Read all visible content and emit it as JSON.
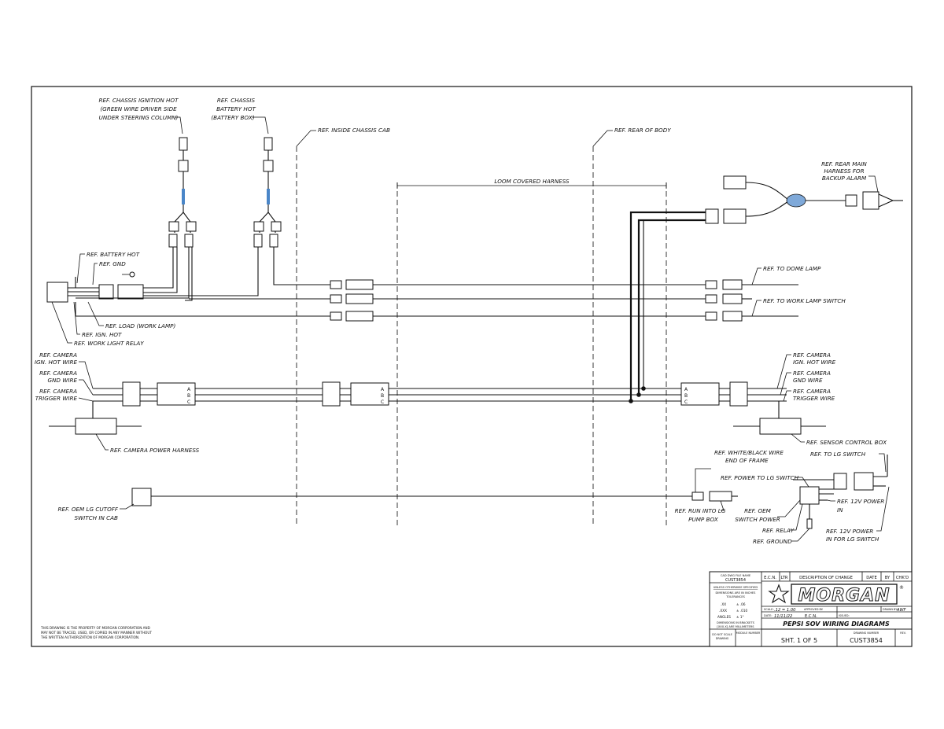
{
  "labels": {
    "chassis_ignition": [
      "REF. CHASSIS IGNITION HOT",
      "(GREEN WIRE DRIVER SIDE",
      "UNDER STEERING COLUMN)"
    ],
    "chassis_battery": [
      "REF. CHASSIS",
      "BATTERY HOT",
      "(BATTERY BOX)"
    ],
    "inside_cab": "REF. INSIDE CHASSIS CAB",
    "rear_body": "REF. REAR OF BODY",
    "loom": "LOOM COVERED HARNESS",
    "rear_main": [
      "REF. REAR MAIN",
      "HARNESS FOR",
      "BACKUP ALARM"
    ],
    "battery_hot": "REF. BATTERY HOT",
    "gnd": "REF. GND",
    "load": "REF. LOAD (WORK LAMP)",
    "ign_hot": "REF. IGN. HOT",
    "work_light_relay": "REF. WORK LIGHT RELAY",
    "dome_lamp": "REF. TO DOME LAMP",
    "work_lamp_switch": "REF. TO WORK LAMP SWITCH",
    "camera_ign_left": [
      "REF. CAMERA",
      "IGN. HOT WIRE"
    ],
    "camera_gnd_left": [
      "REF. CAMERA",
      "GND WIRE"
    ],
    "camera_trig_left": [
      "REF. CAMERA",
      "TRIGGER WIRE"
    ],
    "camera_power_harness": "REF. CAMERA POWER HARNESS",
    "camera_ign_right": [
      "REF. CAMERA",
      "IGN. HOT WIRE"
    ],
    "camera_gnd_right": [
      "REF. CAMERA",
      "GND WIRE"
    ],
    "camera_trig_right": [
      "REF. CAMERA",
      "TRIGGER WIRE"
    ],
    "sensor_control_box": "REF. SENSOR CONTROL BOX",
    "white_black_wire": [
      "REF. WHITE/BLACK WIRE",
      "END OF FRAME"
    ],
    "to_lg_switch": "REF. TO LG SWITCH",
    "power_to_lg_switch": "REF. POWER TO LG SWITCH",
    "oem_lg_cutoff": [
      "REF. OEM LG CUTOFF",
      "SWITCH IN CAB"
    ],
    "run_into_lg": [
      "REF. RUN INTO LG",
      "PUMP BOX"
    ],
    "oem_switch_power": [
      "REF. OEM",
      "SWITCH POWER"
    ],
    "relay": "REF. RELAY",
    "ground": "REF. GROUND",
    "power_12v_in": [
      "REF. 12V POWER",
      "IN"
    ],
    "power_12v_lg": [
      "REF. 12V POWER",
      "IN FOR LG SWITCH"
    ],
    "property_notice": [
      "THIS DRAWING IS THE PROPERTY OF MORGAN CORPORATION AND",
      "MAY NOT BE TRACED, USED, OR COPIED IN ANY MANNER WITHOUT",
      "THE WRITTEN AUTHORIZATION OF MORGAN CORPORATION."
    ],
    "connector_abc": [
      "A",
      "B",
      "C"
    ]
  },
  "title_block": {
    "cad_file_label": "CAD DWG FILE NAME",
    "cad_file_value": "CUST3854",
    "tolerance_heading": "UNLESS OTHERWISE SPECIFIED",
    "tolerance_units": [
      "DIMENSIONS ARE IN INCHES",
      "TOLERANCES"
    ],
    "tol_x": ".XX",
    "tol_x_val": "± .06",
    "tol_xx": ".XXX",
    "tol_xx_val": "± .010",
    "tol_ang": "ANGLES",
    "tol_ang_val": "± 1°",
    "brackets_note": [
      "DIMENSIONS IN BRACKETS",
      "[XXX.X] ARE MILLIMETERS"
    ],
    "no_scale": [
      "DO NOT SCALE",
      "DRAWING"
    ],
    "module_number": "MODULE NUMBER",
    "hdr_ecn": "E.C.N.",
    "hdr_ltr": "LTR",
    "hdr_desc": "DESCRIPTION OF CHANGE",
    "hdr_date": "DATE",
    "hdr_by": "BY",
    "hdr_chkd": "CHK'D",
    "logo": "MORGAN",
    "logo_reg": "®",
    "scale_label": "SCALE:",
    "scale_value": ".12 = 1.00",
    "approved_label": "APPROVED BY:",
    "drawn_label": "DRAWN BY:",
    "drawn_value": "AWF",
    "date_label": "DATE:",
    "date_value": "11/11/22",
    "ecn_label": "E.C.N.",
    "issued_label": "ISSUED:",
    "title": "PEPSI SOV WIRING DIAGRAMS",
    "sheet": "SHT. 1 OF 5",
    "drawing_number_label": "DRAWING NUMBER",
    "drawing_number": "CUST3854",
    "rev_label": "REV."
  },
  "colors": {
    "line": "#111111",
    "fuse_blue": "#4a86c8",
    "splice_blue": "#7fa9d9"
  }
}
